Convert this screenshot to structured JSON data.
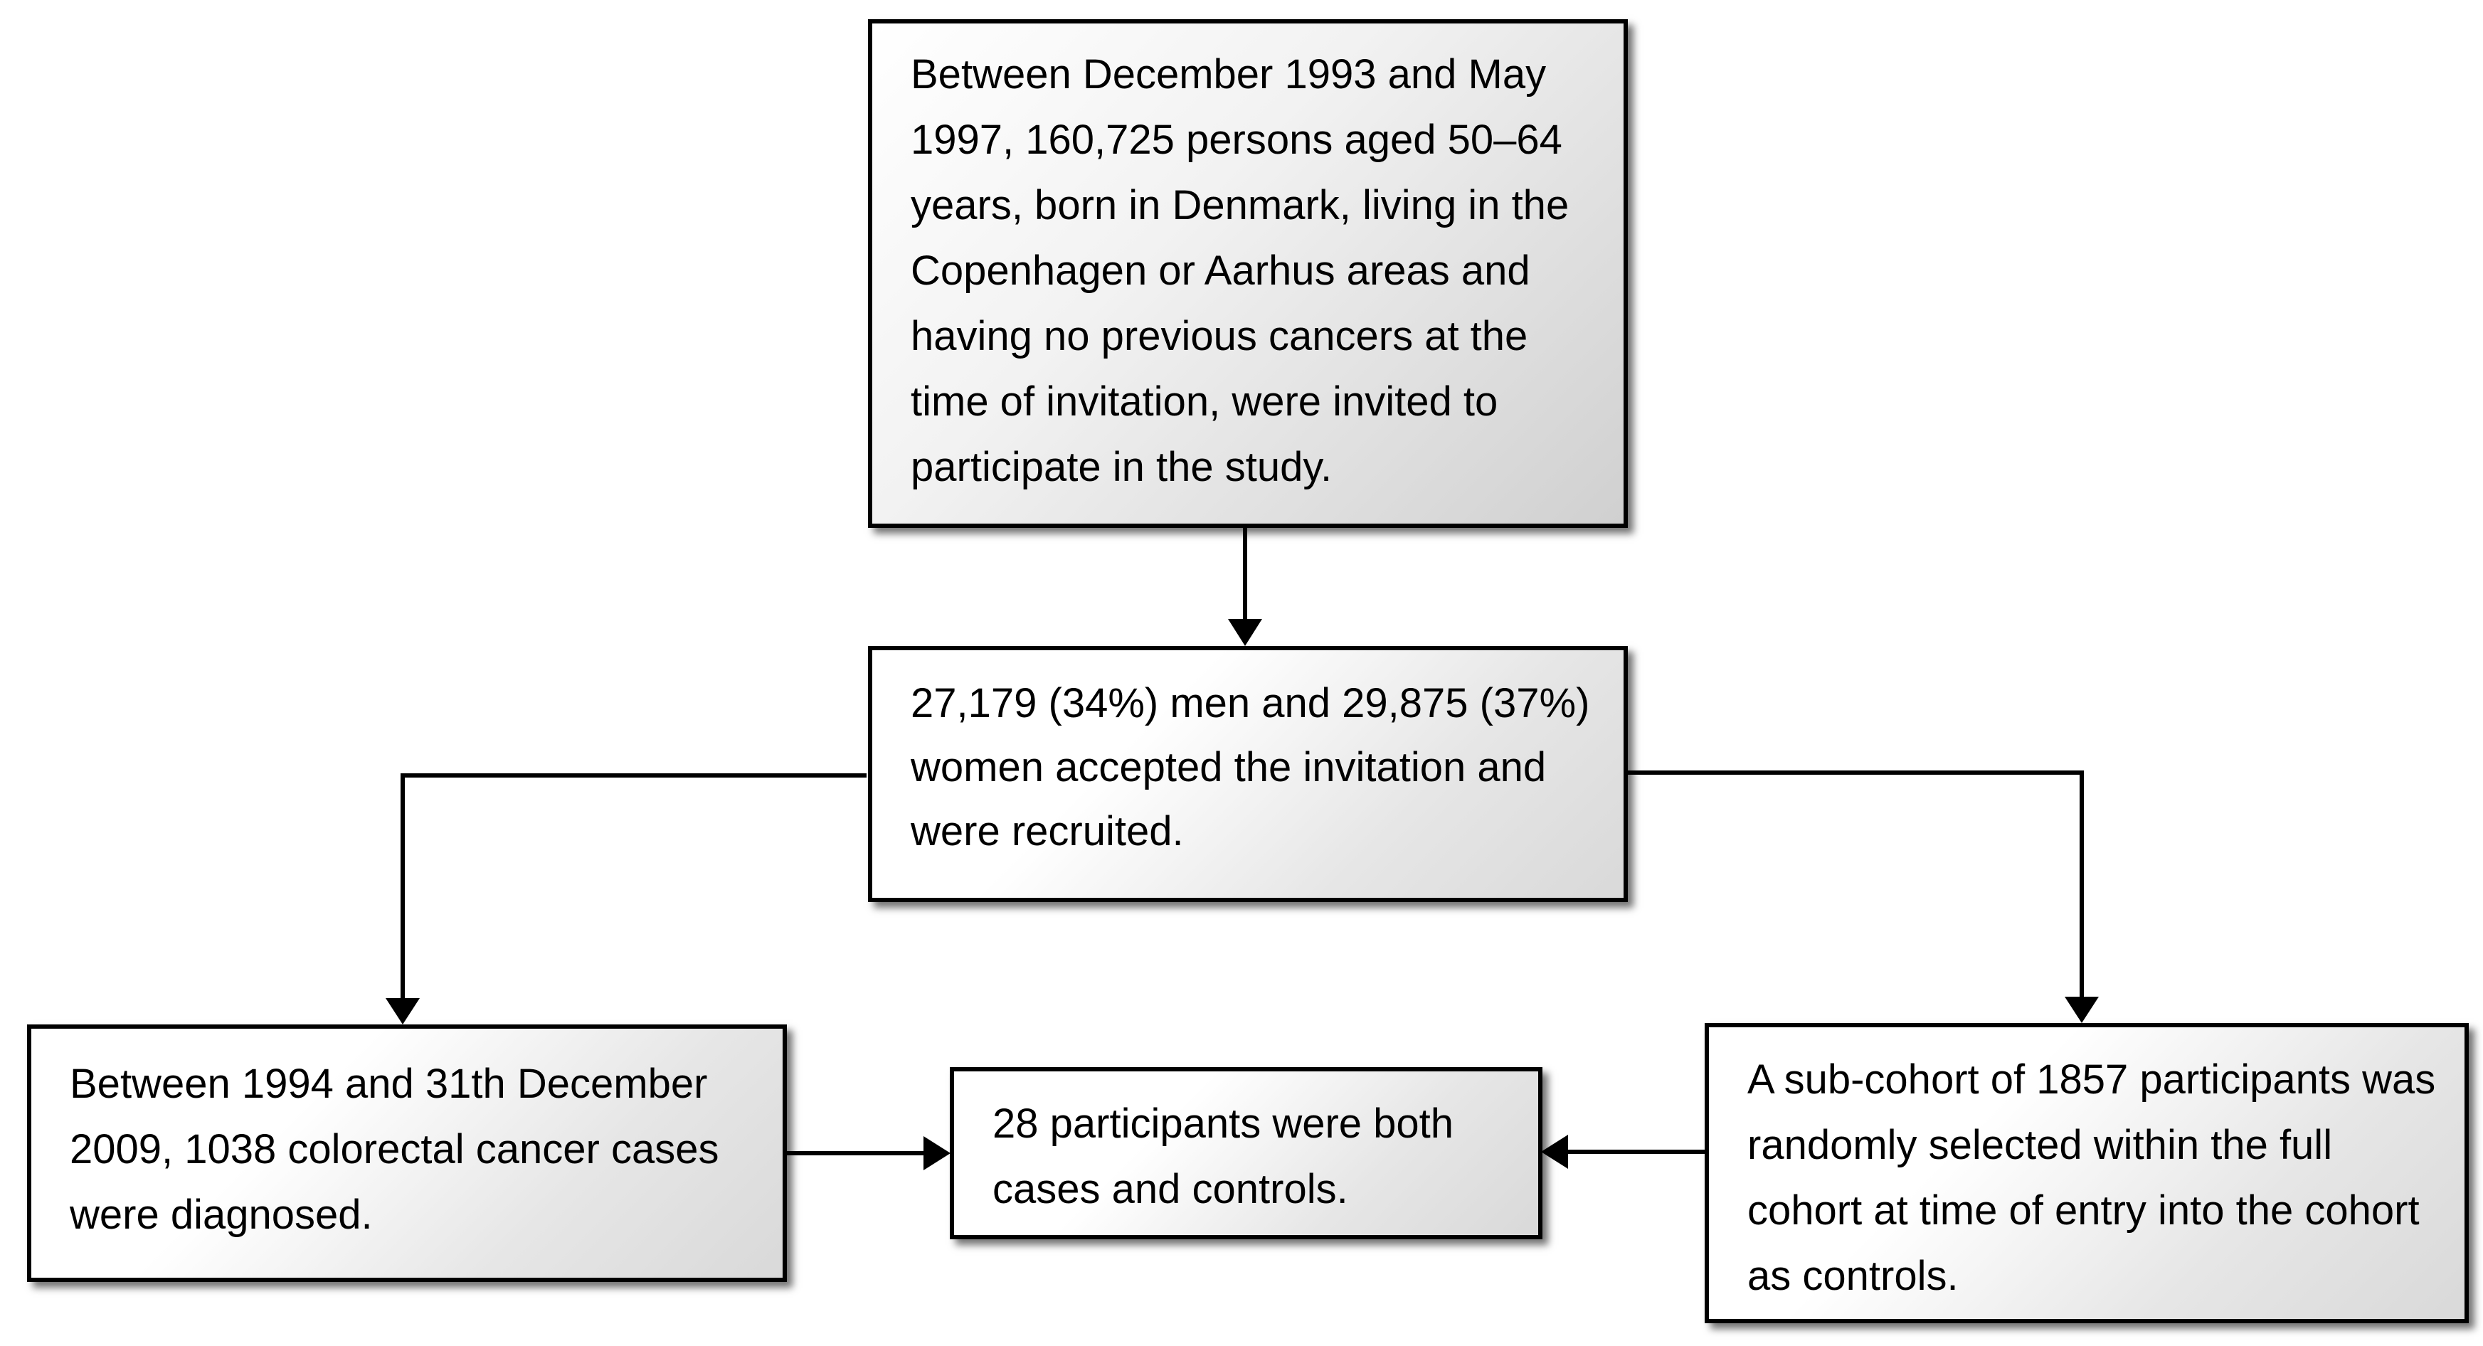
{
  "boxes": {
    "invitation": "Between December 1993 and May 1997, 160,725 persons aged 50–64 years, born in Denmark, living in the Copenhagen or Aarhus areas and having no previous cancers at the time of invitation, were invited to participate in the study.",
    "recruited": "27,179 (34%) men and 29,875 (37%) women accepted the invitation and were recruited.",
    "cases": "Between 1994 and 31th December 2009, 1038 colorectal cancer cases were diagnosed.",
    "overlap": "28 participants were both cases and controls.",
    "subcohort": "A sub-cohort of 1857 participants was randomly selected within the full cohort at time of entry into the cohort as controls."
  },
  "colors": {
    "border": "#000000",
    "background": "#ffffff",
    "gradient_end": "#d9d9d9"
  }
}
